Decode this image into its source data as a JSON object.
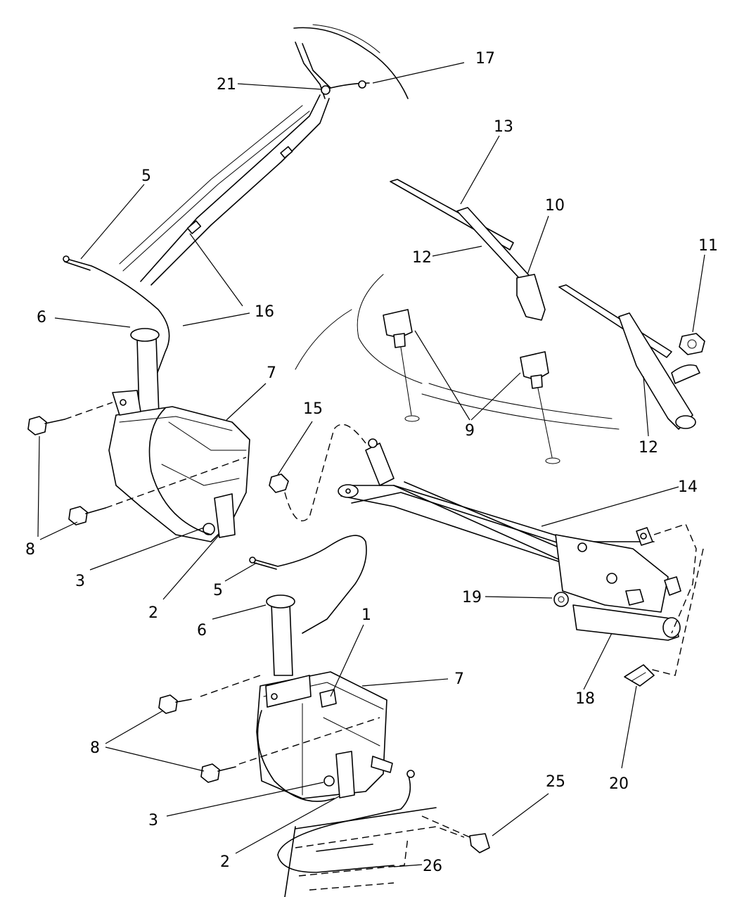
{
  "callouts": {
    "c1": "1",
    "c2a": "2",
    "c2b": "2",
    "c3a": "3",
    "c3b": "3",
    "c5a": "5",
    "c5b": "5",
    "c6a": "6",
    "c6b": "6",
    "c7a": "7",
    "c7b": "7",
    "c8a": "8",
    "c8b": "8",
    "c9": "9",
    "c10": "10",
    "c11": "11",
    "c12a": "12",
    "c12b": "12",
    "c13": "13",
    "c14": "14",
    "c15": "15",
    "c16": "16",
    "c17": "17",
    "c18": "18",
    "c19": "19",
    "c20": "20",
    "c21": "21",
    "c25": "25",
    "c26": "26"
  }
}
